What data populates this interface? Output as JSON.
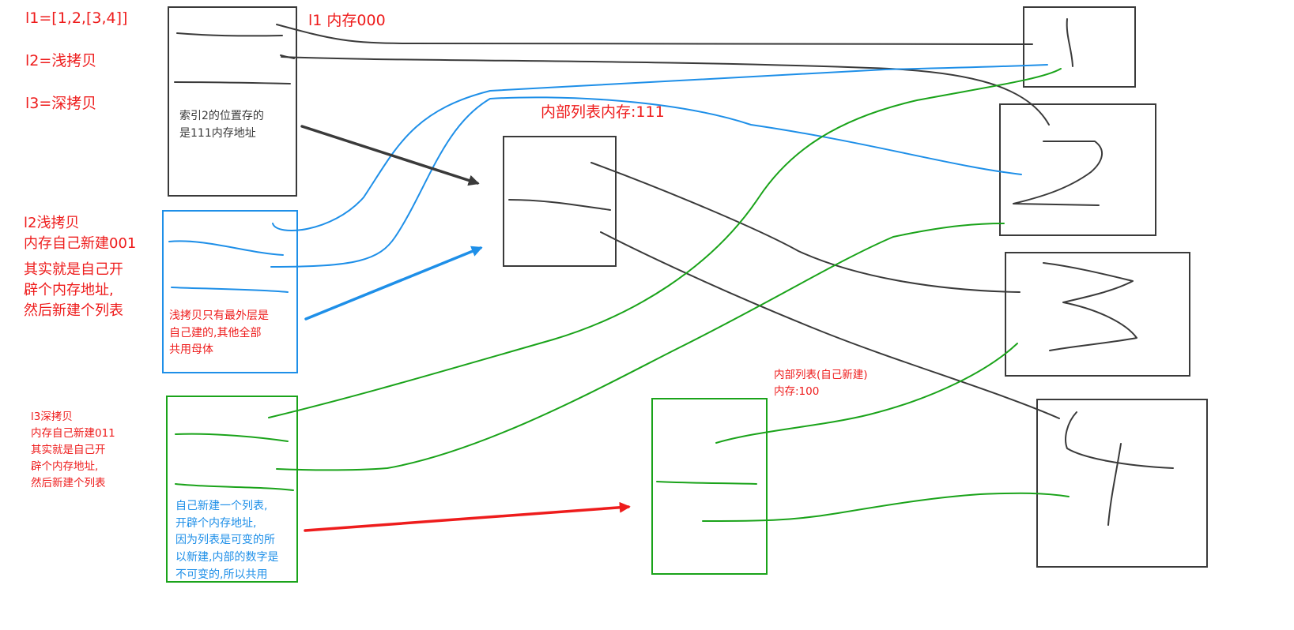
{
  "colors": {
    "black": "#3a3a3a",
    "blue": "#1e8fe8",
    "green": "#1aa31a",
    "red": "#ee1c1c"
  },
  "definitions": {
    "l1": "l1=[1,2,[3,4]]",
    "l2": "l2=浅拷贝",
    "l3": "l3=深拷贝"
  },
  "l1_box": {
    "memory_label": "l1 内存000",
    "note_lines": [
      "索引2的位置存的",
      "是111内存地址"
    ]
  },
  "inner_list": {
    "label": "内部列表内存:111"
  },
  "shallow_copy": {
    "title_lines": [
      "l2浅拷贝",
      "内存自己新建001"
    ],
    "desc_lines": [
      "其实就是自己开",
      "辟个内存地址,",
      "然后新建个列表"
    ],
    "note_lines": [
      "浅拷贝只有最外层是",
      "自己建的,其他全部",
      "共用母体"
    ]
  },
  "deep_copy": {
    "title_lines": [
      "l3深拷贝",
      "内存自己新建011",
      "其实就是自己开",
      "辟个内存地址,",
      "然后新建个列表"
    ],
    "note_lines": [
      "自己新建一个列表,",
      "开辟个内存地址,",
      "因为列表是可变的所",
      "以新建,内部的数字是",
      "不可变的,所以共用"
    ]
  },
  "new_inner_list": {
    "label_lines": [
      "内部列表(自己新建)",
      "内存:100"
    ]
  },
  "values": {
    "one": "1",
    "two": "2",
    "three": "3",
    "four": "4"
  }
}
